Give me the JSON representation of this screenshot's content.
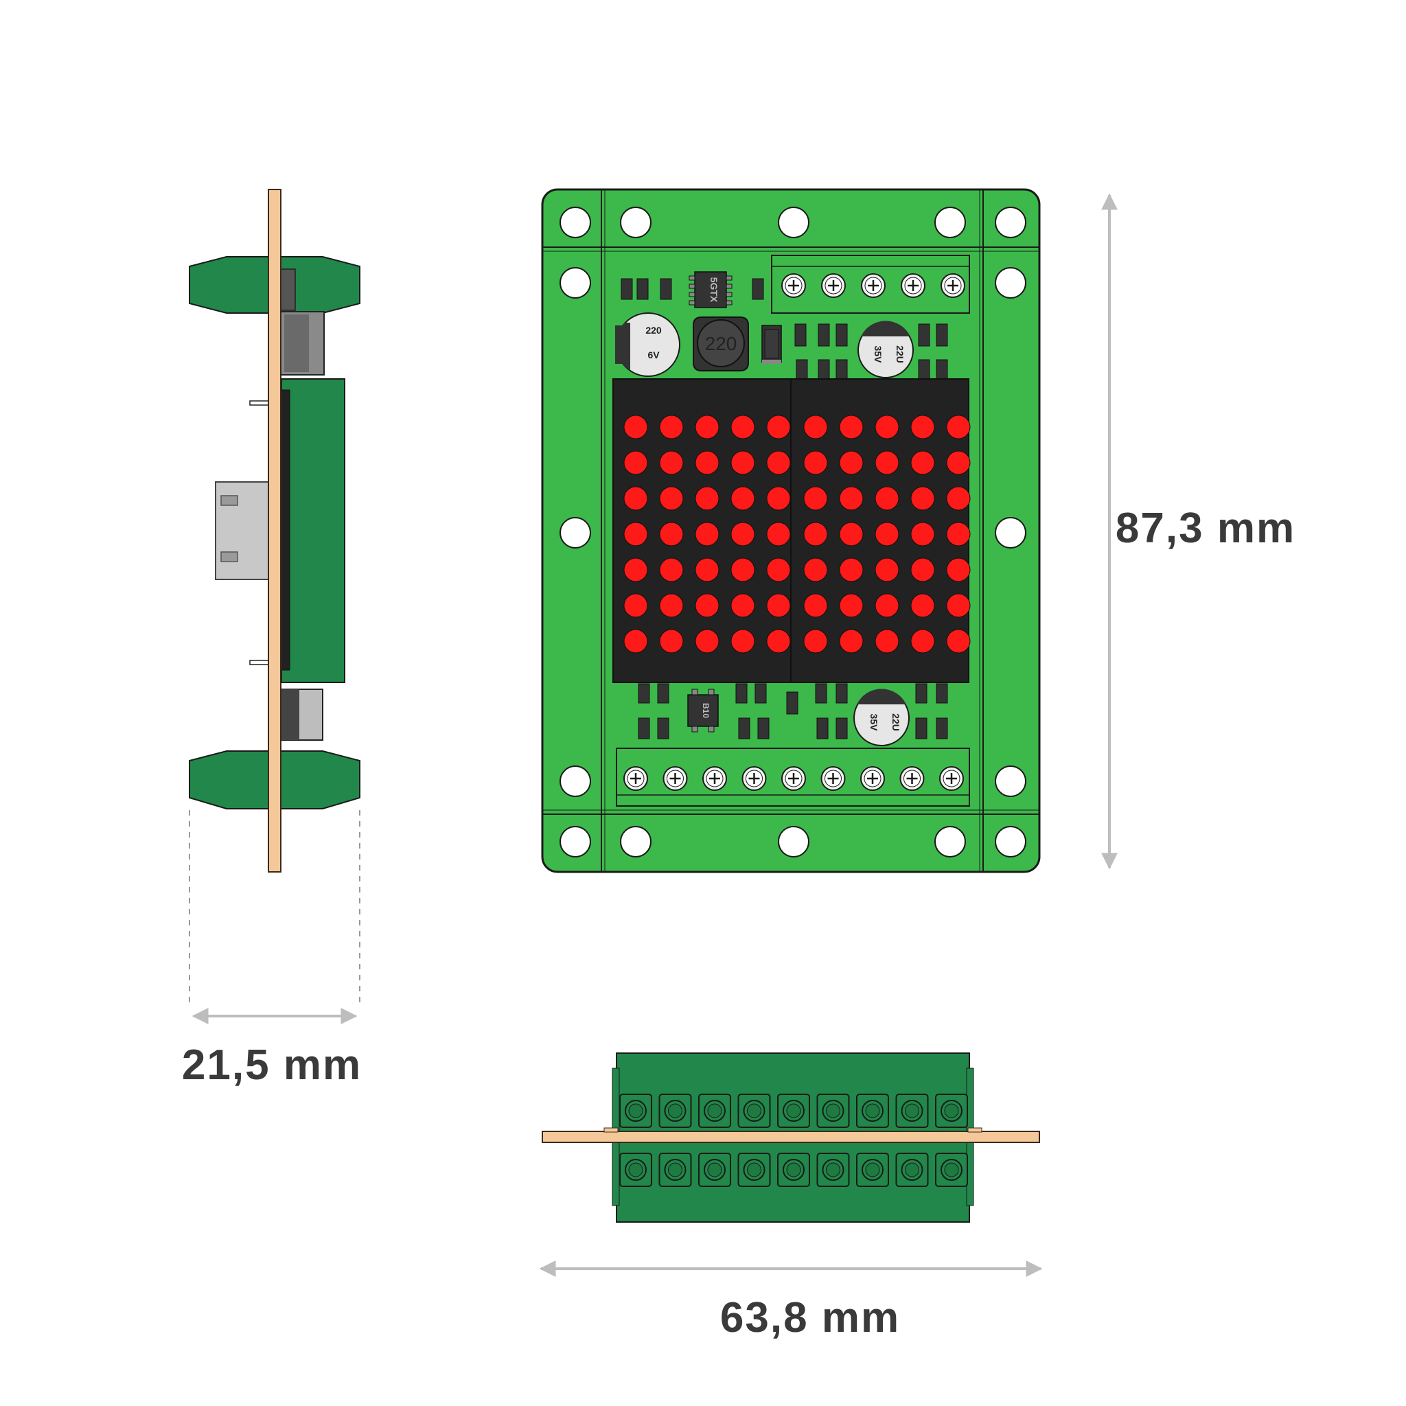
{
  "dimensions": {
    "depth": "21,5 mm",
    "height": "87,3 mm",
    "width": "63,8 mm"
  },
  "components": {
    "cap_left_value": "220",
    "cap_left_voltage": "6V",
    "inductor_value": "220",
    "ic_top_marking": "5GTX",
    "cap_right_value": "22U",
    "cap_right_voltage": "35V",
    "ic_bottom_marking": "B10"
  },
  "led_matrix": {
    "rows": 7,
    "cols_per_block": 5,
    "blocks": 2,
    "led_color": "#ff1a1a",
    "body_color": "#222222"
  },
  "colors": {
    "pcb_light": "#3cb94a",
    "pcb_dark": "#21874a",
    "board_edge": "#f5c89a",
    "arrow": "#bdbdbd",
    "label": "#3a3a3a"
  },
  "terminal_blocks": {
    "top_screws": 5,
    "bottom_screws": 9
  }
}
